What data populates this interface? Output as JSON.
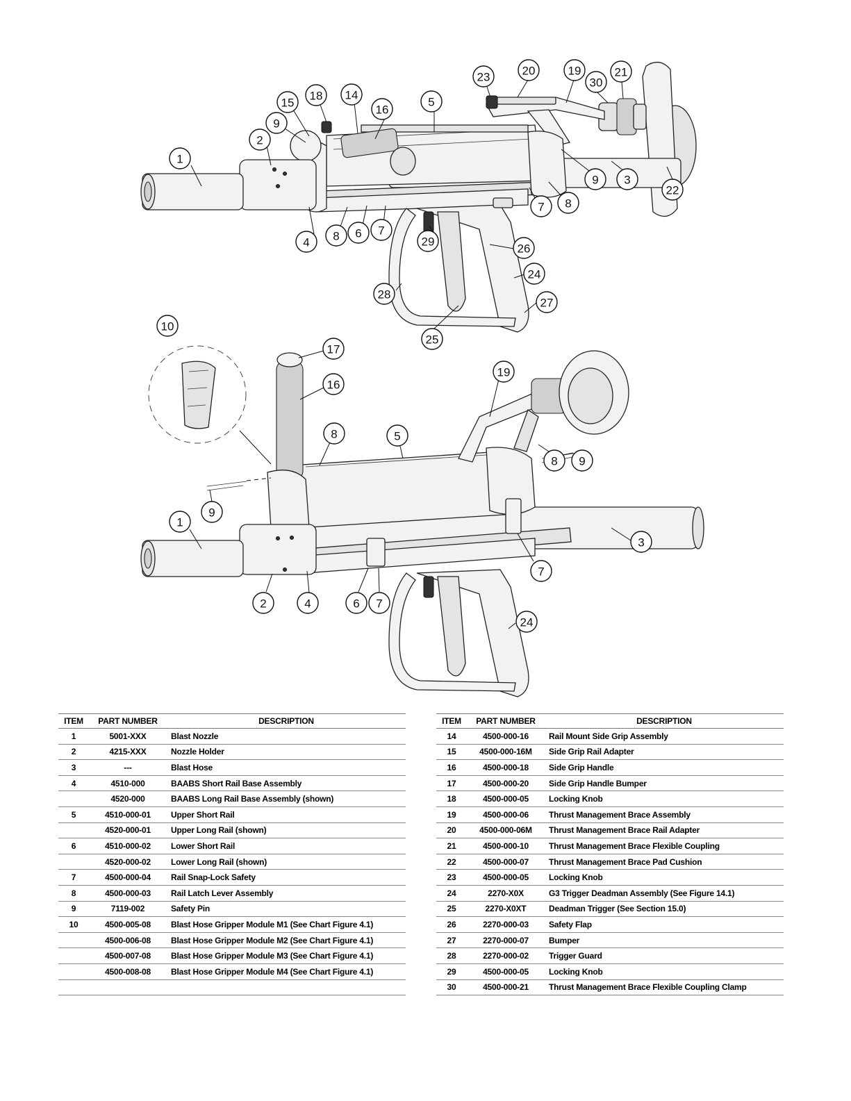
{
  "callouts_top": [
    "1",
    "2",
    "4",
    "8",
    "6",
    "7",
    "9",
    "15",
    "18",
    "14",
    "16",
    "5",
    "23",
    "20",
    "19",
    "30",
    "21",
    "22",
    "3",
    "9",
    "8",
    "7",
    "29",
    "26",
    "24",
    "28",
    "25",
    "27"
  ],
  "callouts_bottom": [
    "10",
    "17",
    "16",
    "8",
    "5",
    "19",
    "8",
    "9",
    "9",
    "1",
    "2",
    "4",
    "6",
    "7",
    "3",
    "7",
    "24"
  ],
  "table_headers": {
    "item": "ITEM",
    "part_number": "PART NUMBER",
    "description": "DESCRIPTION"
  },
  "table_left": [
    {
      "item": "1",
      "part": "5001-XXX",
      "desc": "Blast Nozzle"
    },
    {
      "item": "2",
      "part": "4215-XXX",
      "desc": "Nozzle Holder"
    },
    {
      "item": "3",
      "part": "---",
      "desc": "Blast Hose"
    },
    {
      "item": "4",
      "part": "4510-000",
      "desc": "BAABS Short Rail Base Assembly"
    },
    {
      "item": "",
      "part": "4520-000",
      "desc": "BAABS Long Rail Base Assembly (shown)"
    },
    {
      "item": "5",
      "part": "4510-000-01",
      "desc": "Upper Short Rail"
    },
    {
      "item": "",
      "part": "4520-000-01",
      "desc": "Upper Long Rail (shown)"
    },
    {
      "item": "6",
      "part": "4510-000-02",
      "desc": "Lower Short Rail"
    },
    {
      "item": "",
      "part": "4520-000-02",
      "desc": "Lower Long Rail (shown)"
    },
    {
      "item": "7",
      "part": "4500-000-04",
      "desc": "Rail Snap-Lock Safety"
    },
    {
      "item": "8",
      "part": "4500-000-03",
      "desc": "Rail Latch Lever Assembly"
    },
    {
      "item": "9",
      "part": "7119-002",
      "desc": "Safety Pin"
    },
    {
      "item": "10",
      "part": "4500-005-08",
      "desc": "Blast Hose Gripper Module M1 (See Chart Figure 4.1)"
    },
    {
      "item": "",
      "part": "4500-006-08",
      "desc": "Blast Hose Gripper Module M2 (See Chart Figure 4.1)"
    },
    {
      "item": "",
      "part": "4500-007-08",
      "desc": "Blast Hose Gripper Module M3 (See Chart Figure 4.1)"
    },
    {
      "item": "",
      "part": "4500-008-08",
      "desc": "Blast Hose Gripper Module M4 (See Chart Figure 4.1)"
    },
    {
      "item": "",
      "part": "",
      "desc": ""
    }
  ],
  "table_right": [
    {
      "item": "14",
      "part": "4500-000-16",
      "desc": "Rail Mount Side Grip Assembly"
    },
    {
      "item": "15",
      "part": "4500-000-16M",
      "desc": "Side Grip Rail Adapter"
    },
    {
      "item": "16",
      "part": "4500-000-18",
      "desc": "Side Grip Handle"
    },
    {
      "item": "17",
      "part": "4500-000-20",
      "desc": "Side Grip Handle Bumper"
    },
    {
      "item": "18",
      "part": "4500-000-05",
      "desc": "Locking Knob"
    },
    {
      "item": "19",
      "part": "4500-000-06",
      "desc": "Thrust Management Brace Assembly"
    },
    {
      "item": "20",
      "part": "4500-000-06M",
      "desc": "Thrust Management Brace Rail Adapter"
    },
    {
      "item": "21",
      "part": "4500-000-10",
      "desc": "Thrust Management Brace Flexible Coupling"
    },
    {
      "item": "22",
      "part": "4500-000-07",
      "desc": "Thrust Management Brace Pad Cushion"
    },
    {
      "item": "23",
      "part": "4500-000-05",
      "desc": "Locking Knob"
    },
    {
      "item": "24",
      "part": "2270-X0X",
      "desc": "G3 Trigger Deadman Assembly (See Figure 14.1)"
    },
    {
      "item": "25",
      "part": "2270-X0XT",
      "desc": "Deadman Trigger (See Section 15.0)"
    },
    {
      "item": "26",
      "part": "2270-000-03",
      "desc": "Safety Flap"
    },
    {
      "item": "27",
      "part": "2270-000-07",
      "desc": "Bumper"
    },
    {
      "item": "28",
      "part": "2270-000-02",
      "desc": "Trigger Guard"
    },
    {
      "item": "29",
      "part": "4500-000-05",
      "desc": "Locking Knob"
    },
    {
      "item": "30",
      "part": "4500-000-21",
      "desc": "Thrust Management Brace Flexible Coupling Clamp"
    }
  ]
}
